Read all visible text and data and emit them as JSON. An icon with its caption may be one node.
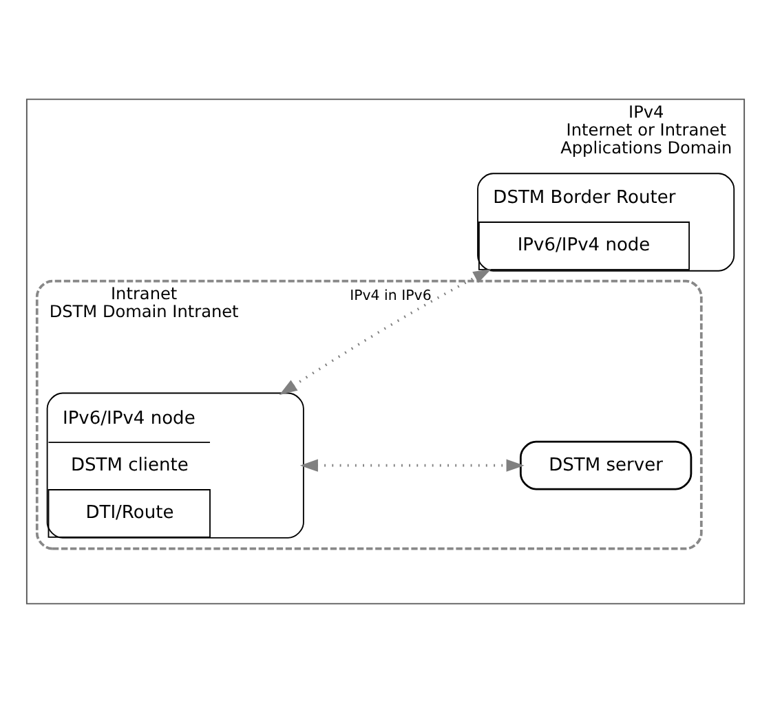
{
  "diagram": {
    "nodes": [
      {
        "text": [
          "IPv4",
          "Internet or Intranet",
          "Applications Domain"
        ]
      },
      {
        "text": [
          "Intranet",
          "DSTM Domain Intranet"
        ],
        "in": 0
      },
      {
        "text": [
          "DSTM server"
        ],
        "in": 1
      },
      {
        "text": [
          "IPv6/IPv4 node",
          "DSTM cliente",
          "DTI/Route"
        ],
        "in": 1
      },
      {
        "text": [
          "DSTM Border Router",
          "IPv6/IPv4 node"
        ],
        "in": 0
      }
    ],
    "edges": [
      {
        "from": 3,
        "to": 2,
        "arrow": "both",
        "style": "dashed"
      },
      {
        "from": 3,
        "to": 4,
        "arrow": "both",
        "style": "dashed",
        "label": "IPv4 in IPv6"
      }
    ]
  }
}
